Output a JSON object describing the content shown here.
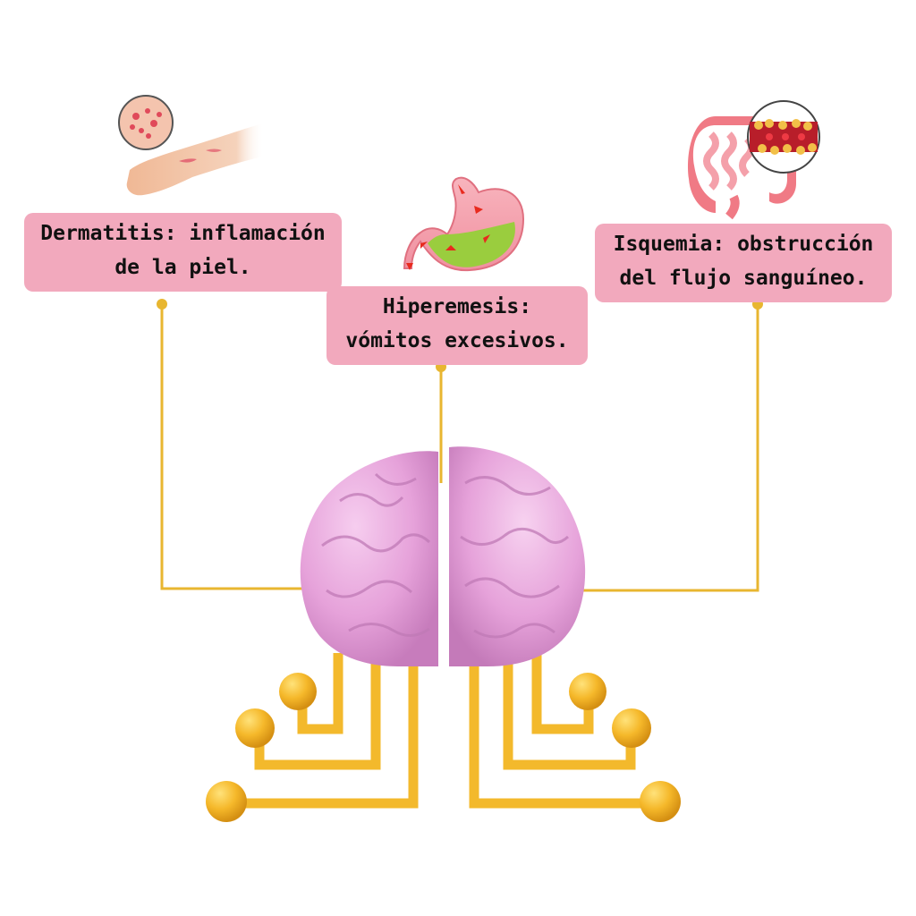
{
  "cards": [
    {
      "line1": "Dermatitis: inflamación",
      "line2": "de la piel.",
      "icon": "skin-rash-arm-icon"
    },
    {
      "line1": "Hiperemesis:",
      "line2": "vómitos excesivos.",
      "icon": "stomach-reflux-icon"
    },
    {
      "line1": "Isquemia: obstrucción",
      "line2": "del flujo sanguíneo.",
      "icon": "intestine-blocked-artery-icon"
    }
  ],
  "center_icon": "brain-circuit-icon",
  "colors": {
    "label_bg": "#f2a9bd",
    "connector": "#e8b630",
    "brain": "#e9a6dd",
    "circuit": "#f3b92c"
  }
}
